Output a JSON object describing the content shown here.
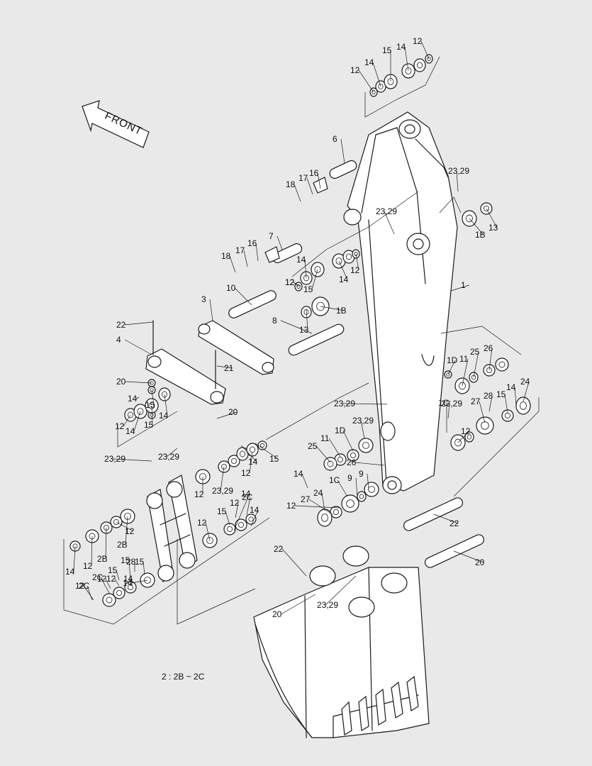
{
  "front_arrow": {
    "text": "FRONT"
  },
  "note": "2 : 2B ~ 2C",
  "callouts": [
    "12",
    "14",
    "15",
    "14",
    "12",
    "6",
    "16",
    "17",
    "18",
    "23,29",
    "13",
    "1B",
    "23,29",
    "7",
    "16",
    "17",
    "18",
    "12",
    "14",
    "15",
    "14",
    "12",
    "10",
    "3",
    "12",
    "13",
    "1B",
    "1",
    "8",
    "22",
    "4",
    "21",
    "20",
    "12",
    "14",
    "15",
    "14",
    "15",
    "14",
    "20",
    "23,29",
    "23,29",
    "23,29",
    "23,29",
    "1D",
    "11",
    "25",
    "26",
    "24",
    "28",
    "27",
    "15",
    "14",
    "12",
    "1C",
    "23,29",
    "1D",
    "11",
    "25",
    "26",
    "23,29",
    "12",
    "14",
    "15",
    "12",
    "2B",
    "12",
    "2B",
    "12",
    "14",
    "15",
    "12",
    "2C",
    "14",
    "12",
    "14",
    "15",
    "12",
    "2C",
    "12",
    "14",
    "15",
    "12",
    "2C",
    "14",
    "28",
    "15",
    "14",
    "24",
    "27",
    "12",
    "1C",
    "9",
    "9",
    "22",
    "20",
    "22",
    "20",
    "23,29"
  ]
}
